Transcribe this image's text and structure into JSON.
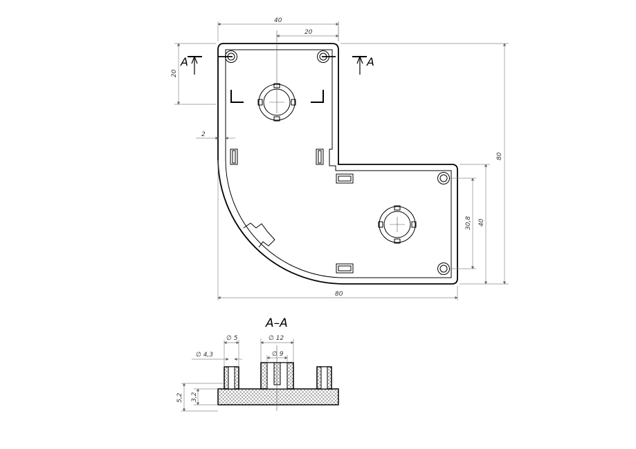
{
  "dimensions": {
    "top_width": "40",
    "top_half": "20",
    "left_height": "20",
    "wall": "2",
    "overall_height": "80",
    "overall_width": "80",
    "hole_spacing": "30,8",
    "leg_width": "40"
  },
  "section": {
    "marker_left": "A",
    "marker_right": "A",
    "title": "A–A",
    "pin_outer": "∅ 5",
    "pin_inner": "∅ 4,3",
    "boss_outer": "∅ 12",
    "boss_inner": "∅ 9",
    "height_total": "5,2",
    "height_base": "3,2"
  }
}
